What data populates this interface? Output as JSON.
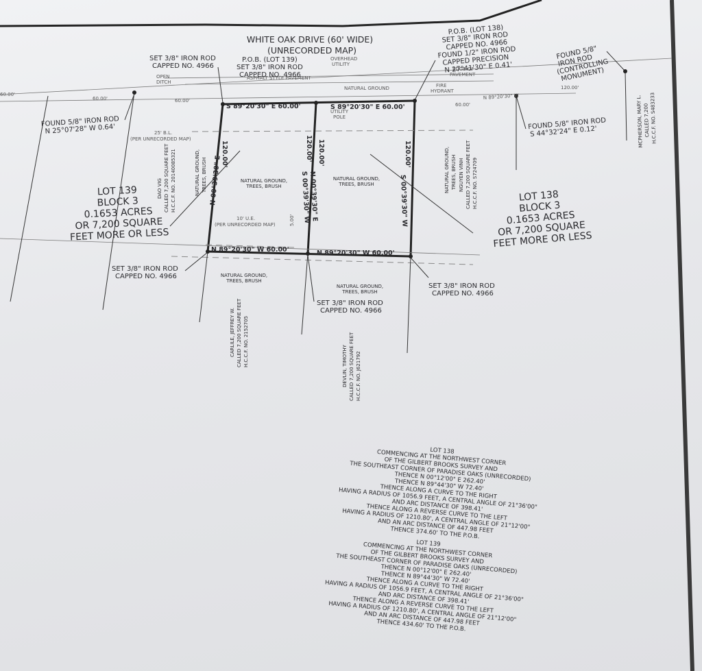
{
  "road": {
    "title": "WHITE OAK DRIVE (60' WIDE)",
    "subtitle": "(UNRECORDED MAP)",
    "asphalt": "ASPHALT STYLE PAVEMENT",
    "natural_ground": "NATURAL GROUND",
    "overhead": "OVERHEAD",
    "utility": "UTILITY",
    "edge": "EDGE OF",
    "pavement": "PAVEMENT",
    "fire": "FIRE",
    "hydrant": "HYDRANT",
    "utility_pole_a": "UTILITY",
    "utility_pole_b": "POLE",
    "open_ditch_a": "OPEN",
    "open_ditch_b": "DITCH",
    "dim_60_left": "60.00'",
    "dim_60_a": "60.00'",
    "dim_60_b": "60.00'",
    "dim_60_c": "60.00'",
    "dim_120": "120.00'",
    "bearing_road": "N 89°20'30\" W"
  },
  "setback": {
    "bl": "25' B.L.",
    "bl_ref": "(PER UNRECORDED MAP)",
    "ue": "10' U.E.",
    "ue_ref": "(PER UNRECORDED MAP)",
    "dim_5": "5.00'"
  },
  "bearings": {
    "top_left": "S 89°20'30\" E  60.00'",
    "top_right": "S 89°20'30\" E  60.00'",
    "bottom_left": "N 89°20'30\" W  60.00'",
    "bottom_right": "N 89°20'30\" W  60.00'",
    "west_line": "N 00°39'30\" E",
    "mid_a": "S 00°39'30\" W",
    "mid_b": "N 00°39'30\" E",
    "east_line": "S 00°39'30\" W",
    "len_120_a": "120.00'",
    "len_120_b": "120.00'",
    "len_120_c": "120.00'",
    "len_120_d": "120.00'"
  },
  "monuments": {
    "set_tl": [
      "SET 3/8\" IRON ROD",
      "CAPPED NO. 4966"
    ],
    "pob_139": [
      "P.O.B. (LOT 139)",
      "SET 3/8\" IRON ROD",
      "CAPPED NO. 4966"
    ],
    "pob_138": [
      "P.O.B. (LOT 138)",
      "SET 3/8\" IRON ROD",
      "CAPPED NO. 4966",
      "FOUND 1/2\" IRON ROD",
      "CAPPED PRECISION",
      "N 27°41'30\" E 0.41'"
    ],
    "found_control": [
      "FOUND 5/8\"",
      "IRON ROD",
      "(CONTROLLING",
      "MONUMENT)"
    ],
    "found_left": [
      "FOUND 5/8\" IRON ROD",
      "N 25°07'28\" W 0.64'"
    ],
    "found_right": [
      "FOUND 5/8\" IRON ROD",
      "S 44°32'24\" E 0.12'"
    ],
    "set_bl": [
      "SET 3/8\" IRON ROD",
      "CAPPED NO. 4966"
    ],
    "set_bm": [
      "SET 3/8\" IRON ROD",
      "CAPPED NO. 4966"
    ],
    "set_br": [
      "SET 3/8\" IRON ROD",
      "CAPPED NO. 4966"
    ]
  },
  "lots": {
    "lot139": [
      "LOT 139",
      "BLOCK 3",
      "0.1653 ACRES",
      "OR 7,200 SQUARE",
      "FEET MORE OR LESS"
    ],
    "lot138": [
      "LOT 138",
      "BLOCK 3",
      "0.1653 ACRES",
      "OR 7,200 SQUARE",
      "FEET MORE OR LESS"
    ],
    "ground_139": [
      "NATURAL GROUND,",
      "TREES, BRUSH"
    ],
    "ground_138": [
      "NATURAL GROUND,",
      "TREES, BRUSH"
    ],
    "ground_sw": [
      "NATURAL GROUND,",
      "TREES, BRUSH"
    ],
    "ground_se": [
      "NATURAL GROUND,",
      "TREES, BRUSH"
    ]
  },
  "adjoiners": {
    "dao": [
      "DAO VIG",
      "CALLED 7,200 SQUARE FEET",
      "H.C.C.F. NO. 20140085321"
    ],
    "nguyen": [
      "NGUYEN VINH",
      "CALLED 7,200 SQUARE FEET",
      "H.C.C.F. NO. S724709"
    ],
    "carlile": [
      "CARLILE, JEFFREY W.",
      "CALLED 7,200 SQUARE FEET",
      "H.C.C.F. NO. 2152705"
    ],
    "devlin": [
      "DEVLIN, TIMOTHY",
      "CALLED 7,200 SQUARE FEET",
      "H.C.C.F. NO. J621792"
    ],
    "mcpherson": [
      "MCPHERSON, MARY L.",
      "CALLED 7,200",
      "H.C.C.F. NO. S483233"
    ],
    "tree_brush_a": [
      "NATURAL GROUND,",
      "TREES, BRUSH"
    ],
    "tree_brush_b": [
      "NATURAL GROUND,",
      "TREES, BRUSH"
    ]
  },
  "descriptions": {
    "lot138": [
      "LOT 138",
      "COMMENCING AT THE NORTHWEST CORNER",
      "OF THE GILBERT BROOKS SURVEY AND",
      "THE SOUTHEAST CORNER OF PARADISE OAKS (UNRECORDED)",
      "THENCE N 00°12'00\" E 262.40'",
      "THENCE N 89°44'30\" W 72.40'",
      "THENCE ALONG A CURVE TO THE RIGHT",
      "HAVING A RADIUS OF 1056.9 FEET, A CENTRAL ANGLE OF 21°36'00\"",
      "AND ARC DISTANCE OF 398.41'",
      "THENCE ALONG A REVERSE CURVE TO THE LEFT",
      "HAVING A RADIUS OF 1210.80', A CENTRAL ANGLE OF 21°12'00\"",
      "AND AN ARC DISTANCE OF 447.98 FEET",
      "THENCE 374.60' TO THE P.O.B."
    ],
    "lot139": [
      "LOT 139",
      "COMMENCING AT THE NORTHWEST CORNER",
      "OF THE GILBERT BROOKS SURVEY AND",
      "THE SOUTHEAST CORNER OF PARADISE OAKS (UNRECORDED)",
      "THENCE N 00°12'00\" E 262.40'",
      "THENCE N 89°44'30\" W 72.40'",
      "THENCE ALONG A CURVE TO THE RIGHT",
      "HAVING A RADIUS OF 1056.9 FEET, A CENTRAL ANGLE OF 21°36'00\"",
      "AND ARC DISTANCE OF 398.41'",
      "THENCE ALONG A REVERSE CURVE TO THE LEFT",
      "HAVING A RADIUS OF 1210.80', A CENTRAL ANGLE OF 21°12'00\"",
      "AND AN ARC DISTANCE OF 447.98 FEET",
      "THENCE 434.60' TO THE P.O.B."
    ]
  }
}
